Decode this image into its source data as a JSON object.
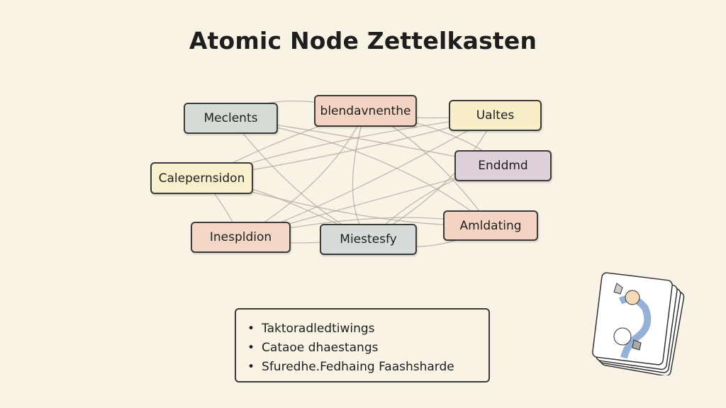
{
  "title": "Atomic Node Zettelkasten",
  "nodes": [
    {
      "label": "Meclents",
      "color": "#d5dcd6"
    },
    {
      "label": "blendavnenthe",
      "color": "#f3d3c2"
    },
    {
      "label": "Ualtes",
      "color": "#f8eec8"
    },
    {
      "label": "Calepernsidon",
      "color": "#f8f0cc"
    },
    {
      "label": "Enddmd",
      "color": "#ddd0d9"
    },
    {
      "label": "Inespldion",
      "color": "#f3d6c6"
    },
    {
      "label": "Miestesfy",
      "color": "#d6ddd8"
    },
    {
      "label": "Amldating",
      "color": "#f3d3c2"
    }
  ],
  "edges": [
    [
      1,
      0
    ],
    [
      1,
      3
    ],
    [
      1,
      5
    ],
    [
      1,
      6
    ],
    [
      1,
      7
    ],
    [
      1,
      4
    ],
    [
      1,
      2
    ],
    [
      0,
      6
    ],
    [
      0,
      7
    ],
    [
      0,
      4
    ],
    [
      3,
      2
    ],
    [
      3,
      7
    ],
    [
      3,
      6
    ],
    [
      3,
      5
    ],
    [
      2,
      6
    ],
    [
      2,
      5
    ],
    [
      4,
      6
    ],
    [
      4,
      5
    ],
    [
      5,
      6
    ],
    [
      6,
      7
    ],
    [
      7,
      5
    ],
    [
      2,
      3
    ]
  ],
  "list_items": [
    "Taktoradledtiwings",
    "Cataoe dhaestangs",
    "Sfuredhe.Fedhaing Faashsharde"
  ]
}
